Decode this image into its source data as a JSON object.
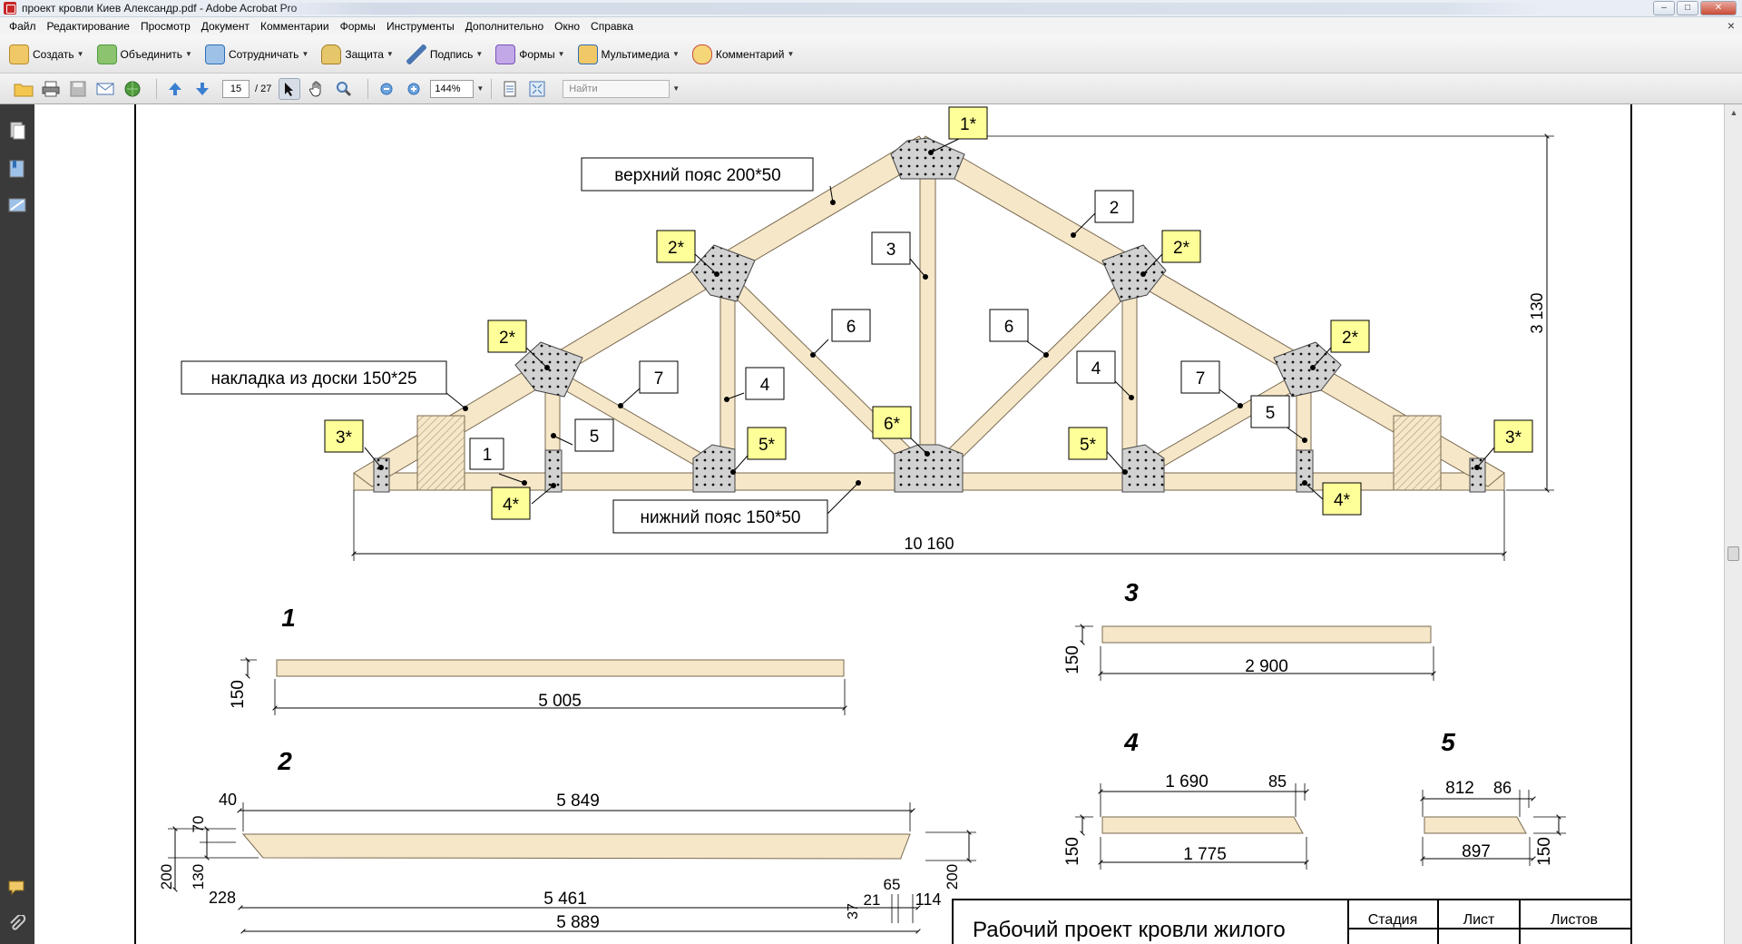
{
  "window": {
    "title": "проект кровли Киев Александр.pdf - Adobe Acrobat Pro",
    "minimize": "–",
    "maximize": "□",
    "close": "✕"
  },
  "menu": {
    "items": [
      "Файл",
      "Редактирование",
      "Просмотр",
      "Документ",
      "Комментарии",
      "Формы",
      "Инструменты",
      "Дополнительно",
      "Окно",
      "Справка"
    ],
    "close_document": "×"
  },
  "tasks": [
    {
      "label": "Создать",
      "icon": "create-pdf-icon",
      "color": "#d9a43b"
    },
    {
      "label": "Объединить",
      "icon": "combine-files-icon",
      "color": "#4f9b3d"
    },
    {
      "label": "Сотрудничать",
      "icon": "collaborate-icon",
      "color": "#2f6fb5"
    },
    {
      "label": "Защита",
      "icon": "lock-icon",
      "color": "#caa13a"
    },
    {
      "label": "Подпись",
      "icon": "pen-icon",
      "color": "#4a76b2"
    },
    {
      "label": "Формы",
      "icon": "forms-icon",
      "color": "#7a51b8"
    },
    {
      "label": "Мультимедиа",
      "icon": "multimedia-icon",
      "color": "#d9a43b"
    },
    {
      "label": "Комментарий",
      "icon": "comment-icon",
      "color": "#c94b36"
    }
  ],
  "toolbar": {
    "current_page": "15",
    "total_pages": "/ 27",
    "zoom": "144%",
    "search_placeholder": "Найти"
  },
  "drawing": {
    "labels": {
      "top_chord": "верхний пояс 200*50",
      "bottom_chord": "нижний пояс 150*50",
      "overlay": "накладка из доски 150*25",
      "span": "10 160",
      "height": "3 130"
    },
    "member_tags": {
      "n1": "1",
      "n2": "2",
      "n3": "3",
      "n4a": "4",
      "n4b": "4",
      "n5a": "5",
      "n5b": "5",
      "n6a": "6",
      "n6b": "6",
      "n7a": "7",
      "n7b": "7"
    },
    "plate_tags": {
      "p1": "1*",
      "p2a": "2*",
      "p2b": "2*",
      "p2c": "2*",
      "p2d": "2*",
      "p3a": "3*",
      "p3b": "3*",
      "p4a": "4*",
      "p4b": "4*",
      "p5a": "5*",
      "p5b": "5*",
      "p6": "6*"
    },
    "details": {
      "d1": {
        "title": "1",
        "depth": "150",
        "length": "5 005"
      },
      "d2": {
        "title": "2",
        "top_offset": "40",
        "top_length": "5 849",
        "dim70": "70",
        "dim130": "130",
        "dim200l": "200",
        "dim200r": "200",
        "dim228": "228",
        "inner_length": "5 461",
        "dim65": "65",
        "dim37": "37",
        "dim21": "21",
        "dim114": "114",
        "total": "5 889"
      },
      "d3": {
        "title": "3",
        "depth": "150",
        "length": "2 900"
      },
      "d4": {
        "title": "4",
        "top_length": "1 690",
        "cut": "85",
        "depth": "150",
        "length": "1 775"
      },
      "d5": {
        "title": "5",
        "top_length": "812",
        "cut": "86",
        "depth": "150",
        "length": "897"
      }
    },
    "stamp": {
      "title": "Рабочий проект кровли жилого",
      "col_stage": "Стадия",
      "col_sheet": "Лист",
      "col_sheets": "Листов"
    }
  },
  "colors": {
    "wood": "#f6e7c9",
    "plate": "#d4d4d4",
    "tag": "#ffff99",
    "nav_bg": "#3a3a3a"
  }
}
